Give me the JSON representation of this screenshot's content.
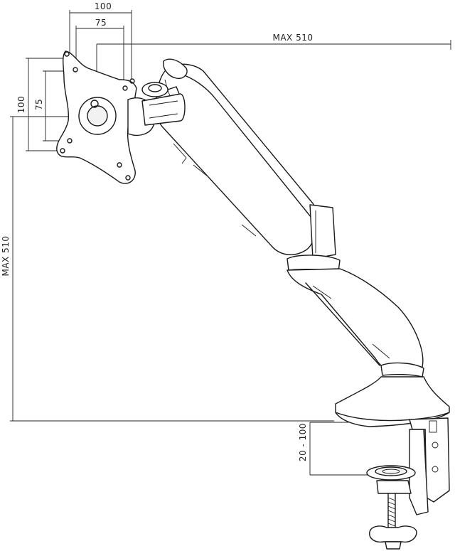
{
  "diagram": {
    "labels": {
      "vesa_width_100": "100",
      "vesa_width_75": "75",
      "vesa_height_100": "100",
      "vesa_height_75": "75",
      "max_reach_horizontal": "MAX 510",
      "max_height_vertical": "MAX 510",
      "clamp_range": "20 - 100"
    },
    "colors": {
      "line": "#1a1a1a",
      "background": "#ffffff"
    }
  }
}
